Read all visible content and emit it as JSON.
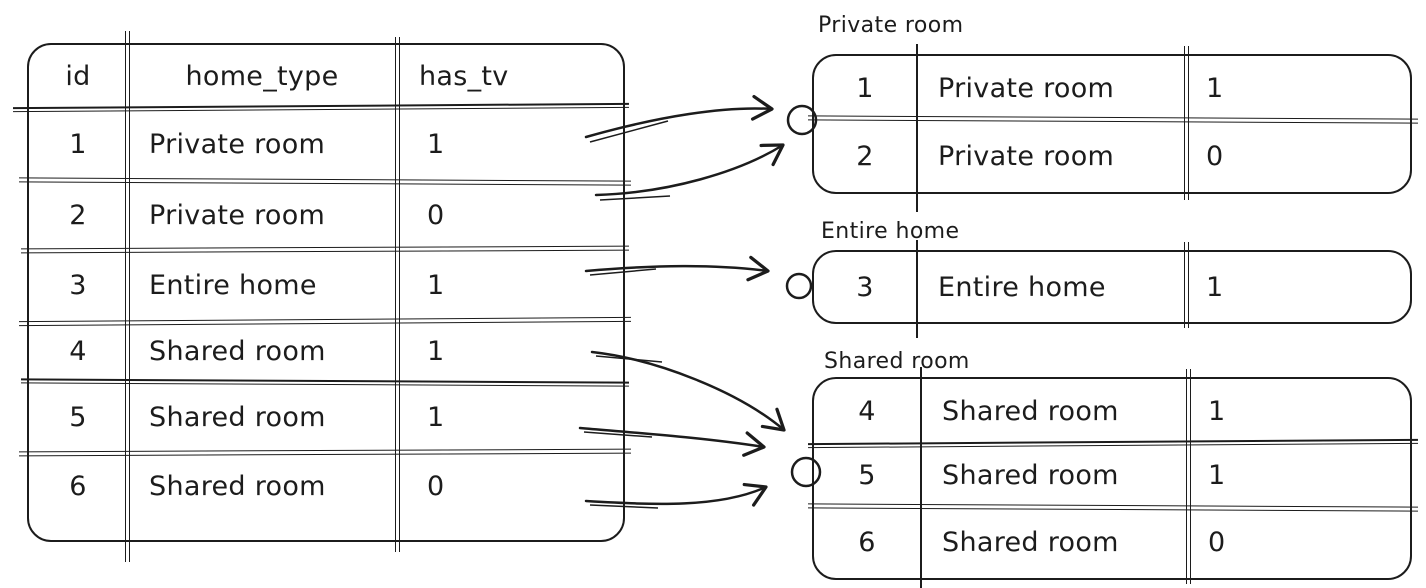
{
  "diagram": {
    "description": "Hand-drawn diagram of a table of listings being split into groups by home_type",
    "colors": {
      "ink": "#1c1c1c",
      "background": "#ffffff"
    }
  },
  "main_table": {
    "columns": [
      "id",
      "home_type",
      "has_tv"
    ],
    "rows": [
      {
        "id": "1",
        "home_type": "Private room",
        "has_tv": "1"
      },
      {
        "id": "2",
        "home_type": "Private room",
        "has_tv": "0"
      },
      {
        "id": "3",
        "home_type": "Entire home",
        "has_tv": "1"
      },
      {
        "id": "4",
        "home_type": "Shared room",
        "has_tv": "1"
      },
      {
        "id": "5",
        "home_type": "Shared room",
        "has_tv": "1"
      },
      {
        "id": "6",
        "home_type": "Shared room",
        "has_tv": "0"
      }
    ]
  },
  "groups": [
    {
      "label": "Private room",
      "rows": [
        {
          "id": "1",
          "home_type": "Private room",
          "has_tv": "1"
        },
        {
          "id": "2",
          "home_type": "Private room",
          "has_tv": "0"
        }
      ]
    },
    {
      "label": "Entire home",
      "rows": [
        {
          "id": "3",
          "home_type": "Entire home",
          "has_tv": "1"
        }
      ]
    },
    {
      "label": "Shared room",
      "rows": [
        {
          "id": "4",
          "home_type": "Shared room",
          "has_tv": "1"
        },
        {
          "id": "5",
          "home_type": "Shared room",
          "has_tv": "1"
        },
        {
          "id": "6",
          "home_type": "Shared room",
          "has_tv": "0"
        }
      ]
    }
  ],
  "arrows": [
    {
      "from_row_id": "1",
      "to_group": "Private room"
    },
    {
      "from_row_id": "2",
      "to_group": "Private room"
    },
    {
      "from_row_id": "3",
      "to_group": "Entire home"
    },
    {
      "from_row_id": "4",
      "to_group": "Shared room"
    },
    {
      "from_row_id": "5",
      "to_group": "Shared room"
    },
    {
      "from_row_id": "6",
      "to_group": "Shared room"
    }
  ]
}
